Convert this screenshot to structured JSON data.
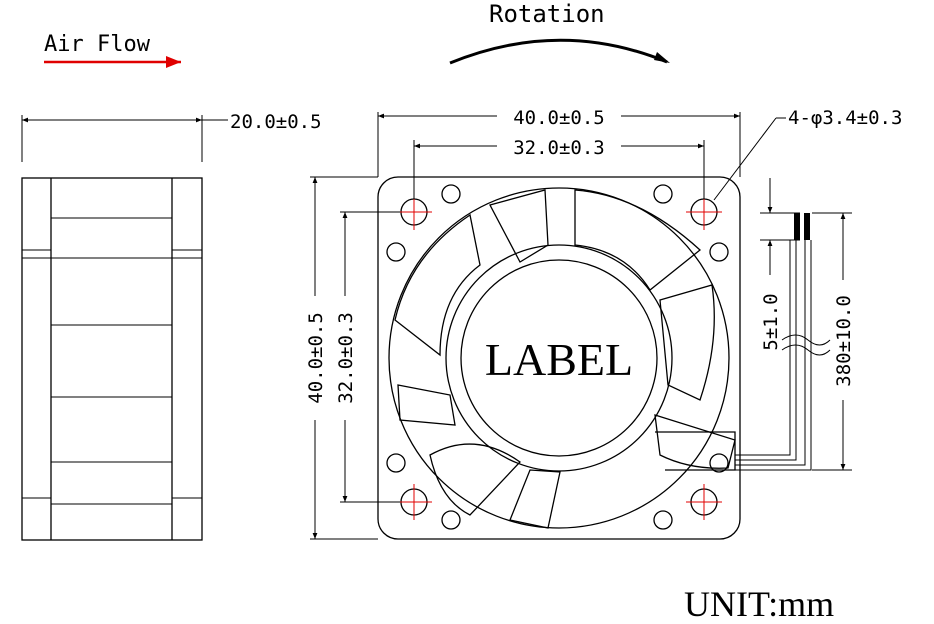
{
  "airflow": {
    "label": "Air Flow",
    "arrow_color": "#e00000"
  },
  "rotation": {
    "label": "Rotation"
  },
  "dimensions": {
    "thickness": "20.0±0.5",
    "width_overall": "40.0±0.5",
    "width_holes": "32.0±0.3",
    "height_overall": "40.0±0.5",
    "height_holes": "32.0±0.3",
    "mount_holes": "4-φ3.4±0.3",
    "lead_strip": "5±1.0",
    "lead_length": "380±10.0"
  },
  "label": {
    "text": "LABEL"
  },
  "unit": {
    "text": "UNIT:mm"
  },
  "colors": {
    "line": "#000000",
    "centerline": "#e00000"
  }
}
